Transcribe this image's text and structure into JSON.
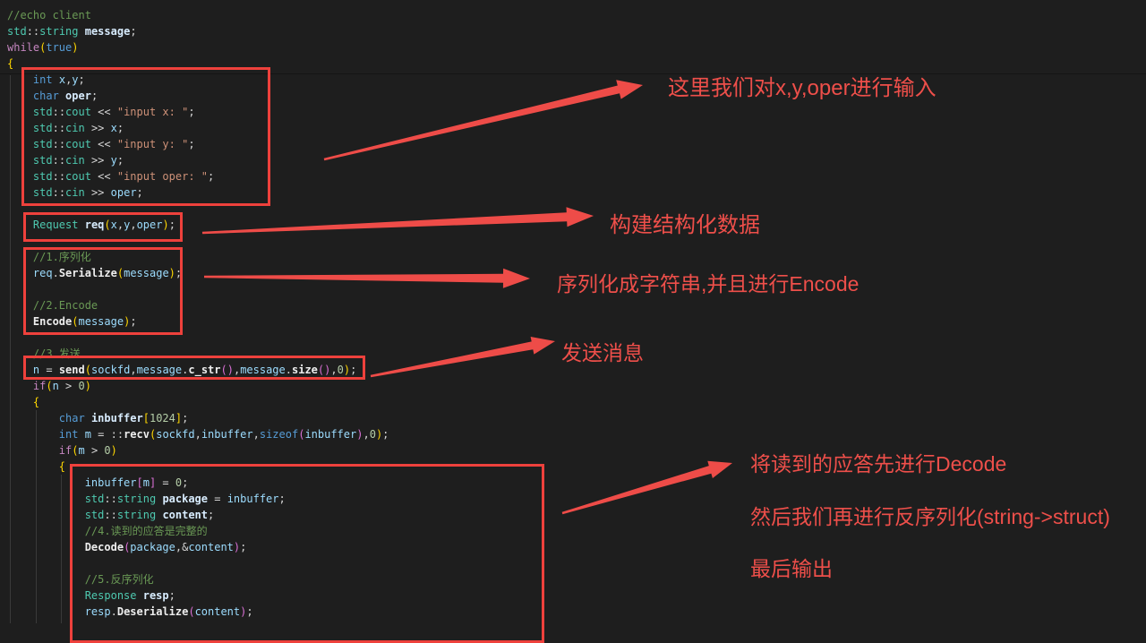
{
  "editor": {
    "background": "#1e1e1e",
    "language": "cpp",
    "token_colors": {
      "comment": "#6A9955",
      "keyword": "#569CD6",
      "control": "#C586C0",
      "type": "#4EC9B0",
      "variable": "#9CDCFE",
      "declaration": "#d8ecfe",
      "function": "#eeeeee",
      "punctuation": "#d4d4d4",
      "string": "#CE9178",
      "number": "#B5CEA8",
      "bracket_gold": "#FFD700",
      "bracket_pink": "#DA70D6"
    },
    "lines": [
      {
        "ind": 0,
        "seg": [
          [
            "c",
            "//echo client"
          ]
        ]
      },
      {
        "ind": 0,
        "seg": [
          [
            "ty",
            "std"
          ],
          [
            "p",
            "::"
          ],
          [
            "ty",
            "string"
          ],
          [
            "p",
            " "
          ],
          [
            "d",
            "message"
          ],
          [
            "p",
            ";"
          ]
        ]
      },
      {
        "ind": 0,
        "seg": [
          [
            "kc",
            "while"
          ],
          [
            "bg",
            "("
          ],
          [
            "kw",
            "true"
          ],
          [
            "bg",
            ")"
          ]
        ]
      },
      {
        "ind": 0,
        "seg": [
          [
            "bg",
            "{"
          ]
        ]
      },
      {
        "ind": 1,
        "seg": [
          [
            "kw",
            "int"
          ],
          [
            "p",
            " "
          ],
          [
            "v",
            "x"
          ],
          [
            "p",
            ","
          ],
          [
            "v",
            "y"
          ],
          [
            "p",
            ";"
          ]
        ]
      },
      {
        "ind": 1,
        "seg": [
          [
            "kw",
            "char"
          ],
          [
            "p",
            " "
          ],
          [
            "d",
            "oper"
          ],
          [
            "p",
            ";"
          ]
        ]
      },
      {
        "ind": 1,
        "seg": [
          [
            "ty",
            "std"
          ],
          [
            "p",
            "::"
          ],
          [
            "ty",
            "cout"
          ],
          [
            "p",
            " << "
          ],
          [
            "s",
            "\"input x: \""
          ],
          [
            "p",
            ";"
          ]
        ]
      },
      {
        "ind": 1,
        "seg": [
          [
            "ty",
            "std"
          ],
          [
            "p",
            "::"
          ],
          [
            "ty",
            "cin"
          ],
          [
            "p",
            " >> "
          ],
          [
            "v",
            "x"
          ],
          [
            "p",
            ";"
          ]
        ]
      },
      {
        "ind": 1,
        "seg": [
          [
            "ty",
            "std"
          ],
          [
            "p",
            "::"
          ],
          [
            "ty",
            "cout"
          ],
          [
            "p",
            " << "
          ],
          [
            "s",
            "\"input y: \""
          ],
          [
            "p",
            ";"
          ]
        ]
      },
      {
        "ind": 1,
        "seg": [
          [
            "ty",
            "std"
          ],
          [
            "p",
            "::"
          ],
          [
            "ty",
            "cin"
          ],
          [
            "p",
            " >> "
          ],
          [
            "v",
            "y"
          ],
          [
            "p",
            ";"
          ]
        ]
      },
      {
        "ind": 1,
        "seg": [
          [
            "ty",
            "std"
          ],
          [
            "p",
            "::"
          ],
          [
            "ty",
            "cout"
          ],
          [
            "p",
            " << "
          ],
          [
            "s",
            "\"input oper: \""
          ],
          [
            "p",
            ";"
          ]
        ]
      },
      {
        "ind": 1,
        "seg": [
          [
            "ty",
            "std"
          ],
          [
            "p",
            "::"
          ],
          [
            "ty",
            "cin"
          ],
          [
            "p",
            " >> "
          ],
          [
            "v",
            "oper"
          ],
          [
            "p",
            ";"
          ]
        ]
      },
      {
        "ind": 0,
        "seg": []
      },
      {
        "ind": 1,
        "seg": [
          [
            "ty",
            "Request"
          ],
          [
            "p",
            " "
          ],
          [
            "d",
            "req"
          ],
          [
            "bg",
            "("
          ],
          [
            "v",
            "x"
          ],
          [
            "p",
            ","
          ],
          [
            "v",
            "y"
          ],
          [
            "p",
            ","
          ],
          [
            "v",
            "oper"
          ],
          [
            "bg",
            ")"
          ],
          [
            "p",
            ";"
          ]
        ]
      },
      {
        "ind": 0,
        "seg": []
      },
      {
        "ind": 1,
        "seg": [
          [
            "c",
            "//1.序列化"
          ]
        ]
      },
      {
        "ind": 1,
        "seg": [
          [
            "v",
            "req"
          ],
          [
            "p",
            "."
          ],
          [
            "fn",
            "Serialize"
          ],
          [
            "bg",
            "("
          ],
          [
            "v",
            "message"
          ],
          [
            "bg",
            ")"
          ],
          [
            "p",
            ";"
          ]
        ]
      },
      {
        "ind": 0,
        "seg": []
      },
      {
        "ind": 1,
        "seg": [
          [
            "c",
            "//2.Encode"
          ]
        ]
      },
      {
        "ind": 1,
        "seg": [
          [
            "fn",
            "Encode"
          ],
          [
            "bg",
            "("
          ],
          [
            "v",
            "message"
          ],
          [
            "bg",
            ")"
          ],
          [
            "p",
            ";"
          ]
        ]
      },
      {
        "ind": 0,
        "seg": []
      },
      {
        "ind": 1,
        "seg": [
          [
            "c",
            "//3.发送"
          ]
        ]
      },
      {
        "ind": 1,
        "seg": [
          [
            "v",
            "n"
          ],
          [
            "p",
            " = "
          ],
          [
            "fn",
            "send"
          ],
          [
            "bg",
            "("
          ],
          [
            "v",
            "sockfd"
          ],
          [
            "p",
            ","
          ],
          [
            "v",
            "message"
          ],
          [
            "p",
            "."
          ],
          [
            "fn",
            "c_str"
          ],
          [
            "bp",
            "()"
          ],
          [
            "p",
            ","
          ],
          [
            "v",
            "message"
          ],
          [
            "p",
            "."
          ],
          [
            "fn",
            "size"
          ],
          [
            "bp",
            "()"
          ],
          [
            "p",
            ","
          ],
          [
            "n",
            "0"
          ],
          [
            "bg",
            ")"
          ],
          [
            "p",
            ";"
          ]
        ]
      },
      {
        "ind": 1,
        "seg": [
          [
            "kc",
            "if"
          ],
          [
            "bg",
            "("
          ],
          [
            "v",
            "n"
          ],
          [
            "p",
            " > "
          ],
          [
            "n",
            "0"
          ],
          [
            "bg",
            ")"
          ]
        ]
      },
      {
        "ind": 1,
        "seg": [
          [
            "bg",
            "{"
          ]
        ]
      },
      {
        "ind": 2,
        "seg": [
          [
            "kw",
            "char"
          ],
          [
            "p",
            " "
          ],
          [
            "d",
            "inbuffer"
          ],
          [
            "bg",
            "["
          ],
          [
            "n",
            "1024"
          ],
          [
            "bg",
            "]"
          ],
          [
            "p",
            ";"
          ]
        ]
      },
      {
        "ind": 2,
        "seg": [
          [
            "kw",
            "int"
          ],
          [
            "p",
            " "
          ],
          [
            "v",
            "m"
          ],
          [
            "p",
            " = ::"
          ],
          [
            "fn",
            "recv"
          ],
          [
            "bg",
            "("
          ],
          [
            "v",
            "sockfd"
          ],
          [
            "p",
            ","
          ],
          [
            "v",
            "inbuffer"
          ],
          [
            "p",
            ","
          ],
          [
            "kw",
            "sizeof"
          ],
          [
            "bp",
            "("
          ],
          [
            "v",
            "inbuffer"
          ],
          [
            "bp",
            ")"
          ],
          [
            "p",
            ","
          ],
          [
            "n",
            "0"
          ],
          [
            "bg",
            ")"
          ],
          [
            "p",
            ";"
          ]
        ]
      },
      {
        "ind": 2,
        "seg": [
          [
            "kc",
            "if"
          ],
          [
            "bg",
            "("
          ],
          [
            "v",
            "m"
          ],
          [
            "p",
            " > "
          ],
          [
            "n",
            "0"
          ],
          [
            "bg",
            ")"
          ]
        ]
      },
      {
        "ind": 2,
        "seg": [
          [
            "bg",
            "{"
          ]
        ]
      },
      {
        "ind": 3,
        "seg": [
          [
            "v",
            "inbuffer"
          ],
          [
            "bp",
            "["
          ],
          [
            "v",
            "m"
          ],
          [
            "bp",
            "]"
          ],
          [
            "p",
            " = "
          ],
          [
            "n",
            "0"
          ],
          [
            "p",
            ";"
          ]
        ]
      },
      {
        "ind": 3,
        "seg": [
          [
            "ty",
            "std"
          ],
          [
            "p",
            "::"
          ],
          [
            "ty",
            "string"
          ],
          [
            "p",
            " "
          ],
          [
            "d",
            "package"
          ],
          [
            "p",
            " = "
          ],
          [
            "v",
            "inbuffer"
          ],
          [
            "p",
            ";"
          ]
        ]
      },
      {
        "ind": 3,
        "seg": [
          [
            "ty",
            "std"
          ],
          [
            "p",
            "::"
          ],
          [
            "ty",
            "string"
          ],
          [
            "p",
            " "
          ],
          [
            "d",
            "content"
          ],
          [
            "p",
            ";"
          ]
        ]
      },
      {
        "ind": 3,
        "seg": [
          [
            "c",
            "//4.读到的应答是完整的"
          ]
        ]
      },
      {
        "ind": 3,
        "seg": [
          [
            "fn",
            "Decode"
          ],
          [
            "bp",
            "("
          ],
          [
            "v",
            "package"
          ],
          [
            "p",
            ",&"
          ],
          [
            "v",
            "content"
          ],
          [
            "bp",
            ")"
          ],
          [
            "p",
            ";"
          ]
        ]
      },
      {
        "ind": 0,
        "seg": []
      },
      {
        "ind": 3,
        "seg": [
          [
            "c",
            "//5.反序列化"
          ]
        ]
      },
      {
        "ind": 3,
        "seg": [
          [
            "ty",
            "Response"
          ],
          [
            "p",
            " "
          ],
          [
            "d",
            "resp"
          ],
          [
            "p",
            ";"
          ]
        ]
      },
      {
        "ind": 3,
        "seg": [
          [
            "v",
            "resp"
          ],
          [
            "p",
            "."
          ],
          [
            "fn",
            "Deserialize"
          ],
          [
            "bp",
            "("
          ],
          [
            "v",
            "content"
          ],
          [
            "bp",
            ")"
          ],
          [
            "p",
            ";"
          ]
        ]
      }
    ]
  },
  "annotations": {
    "text_color": "#ee4f4a",
    "box_color": "#ee413c",
    "arrow_color": "#ee4c48",
    "labels": [
      {
        "text": "这里我们对x,y,oper进行输入"
      },
      {
        "text": "构建结构化数据"
      },
      {
        "text": "序列化成字符串,并且进行Encode"
      },
      {
        "text": "发送消息"
      },
      {
        "text": "将读到的应答先进行Decode"
      },
      {
        "text": "然后我们再进行反序列化(string->struct)"
      },
      {
        "text": "最后输出"
      }
    ]
  }
}
